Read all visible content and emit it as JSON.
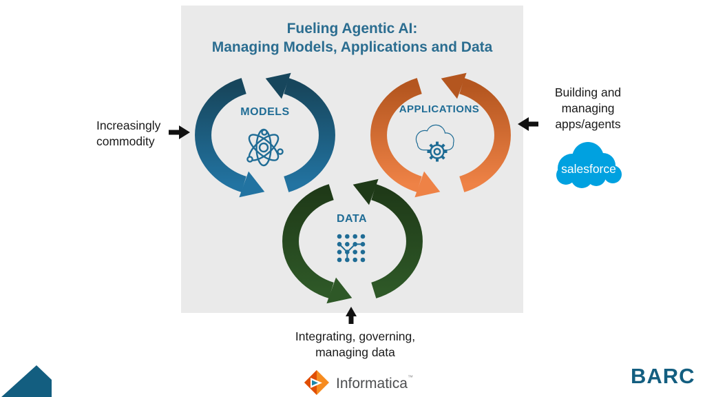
{
  "slide": {
    "title": {
      "line1": "Fueling Agentic AI:",
      "line2": "Managing Models, Applications and Data"
    },
    "panel_bg": "#EAEAEA",
    "title_color": "#2B6D90"
  },
  "cycles": {
    "label_color": "#1F6C95",
    "icon_color": "#1F6C95",
    "models": {
      "label": "MODELS",
      "icon": "atom-icon",
      "arrow_dark": "#17465C",
      "arrow_light": "#2273A1"
    },
    "applications": {
      "label": "APPLICATIONS",
      "icon": "cloud-gear-icon",
      "arrow_dark": "#B4561F",
      "arrow_light": "#EE8246"
    },
    "data": {
      "label": "DATA",
      "icon": "data-network-icon",
      "arrow_dark": "#1F3A18",
      "arrow_light": "#2E5827"
    }
  },
  "annotations": {
    "arrow_color": "#111111",
    "left": {
      "lines": [
        "Increasingly",
        "commodity"
      ]
    },
    "right": {
      "lines": [
        "Building and",
        "managing",
        "apps/agents"
      ]
    },
    "bottom": {
      "lines": [
        "Integrating, governing,",
        "managing data"
      ]
    }
  },
  "logos": {
    "salesforce": {
      "label": "salesforce",
      "cloud_color": "#00A1E0",
      "text_color": "#FFFFFF"
    },
    "informatica": {
      "label": "Informatica",
      "trademark": "™",
      "text_color": "#4D4E50",
      "diamond_bright": "#F68B1F",
      "diamond_dark": "#E04E05",
      "accent": "#1C87A8"
    },
    "barc": {
      "label": "BARC",
      "color": "#135E80"
    },
    "corner_shape_color": "#135E80"
  }
}
